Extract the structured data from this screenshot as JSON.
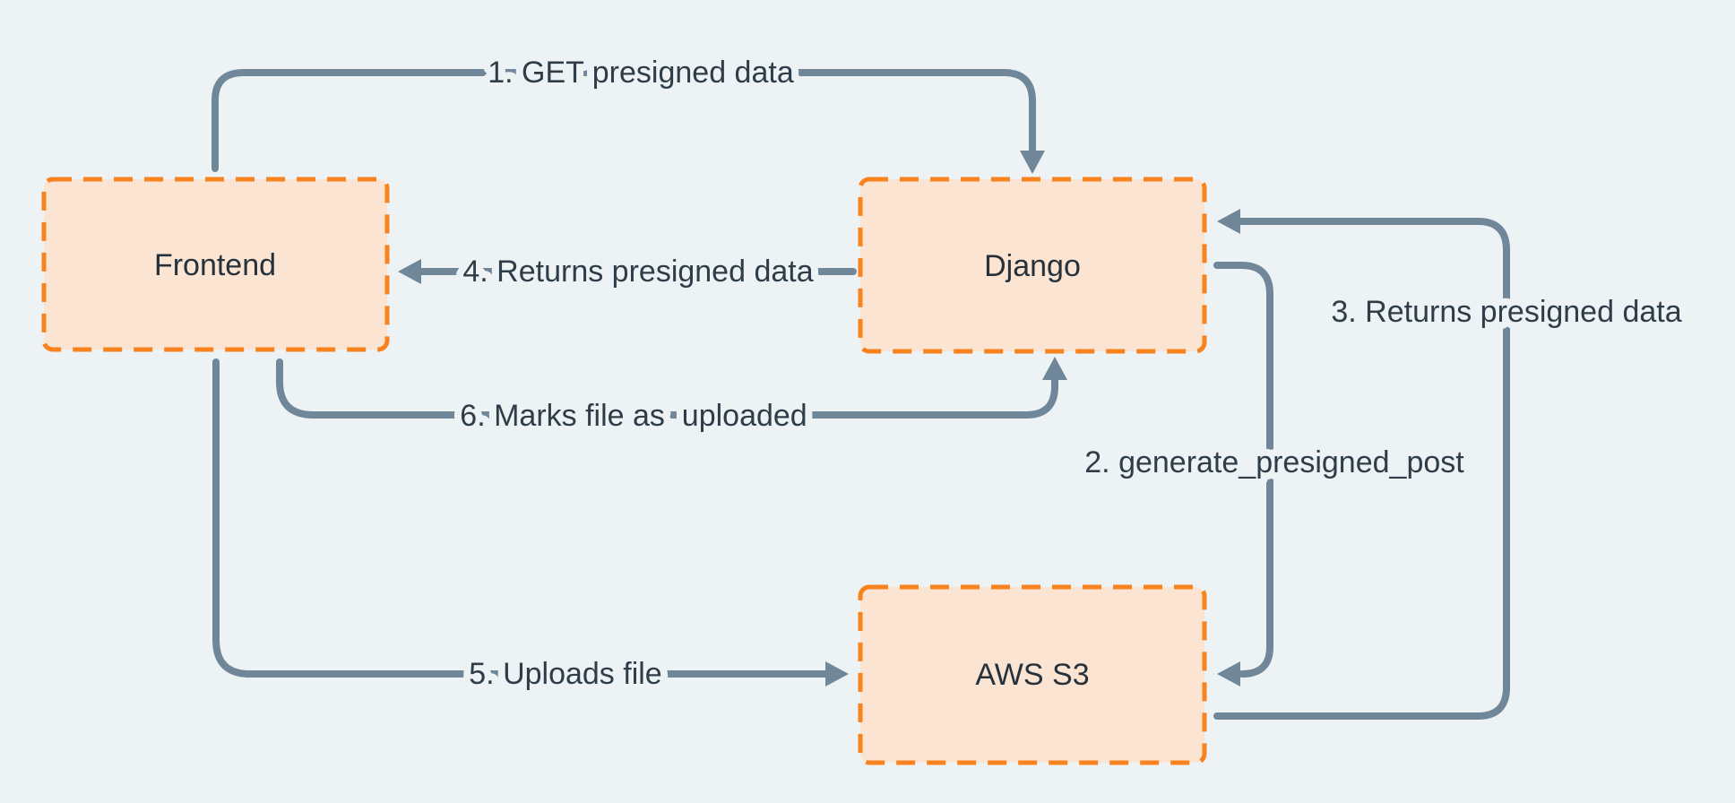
{
  "diagram": {
    "nodes": {
      "frontend": {
        "label": "Frontend"
      },
      "django": {
        "label": "Django"
      },
      "aws_s3": {
        "label": "AWS S3"
      }
    },
    "edges": {
      "e1": {
        "label": "1. GET presigned data",
        "from": "Frontend",
        "to": "Django"
      },
      "e2": {
        "label": "2. generate_presigned_post",
        "from": "Django",
        "to": "AWS S3"
      },
      "e3": {
        "label": "3. Returns presigned data",
        "from": "AWS S3",
        "to": "Django"
      },
      "e4": {
        "label": "4. Returns presigned data",
        "from": "Django",
        "to": "Frontend"
      },
      "e5": {
        "label": "5. Uploads file",
        "from": "Frontend",
        "to": "AWS S3"
      },
      "e6": {
        "label": "6. Marks file as  uploaded",
        "from": "Frontend",
        "to": "Django"
      }
    },
    "colors": {
      "background": "#edf2f5",
      "node_fill": "#fce4d3",
      "node_border": "#f8821e",
      "arrow": "#708699",
      "label_text": "#2e3d48"
    }
  }
}
